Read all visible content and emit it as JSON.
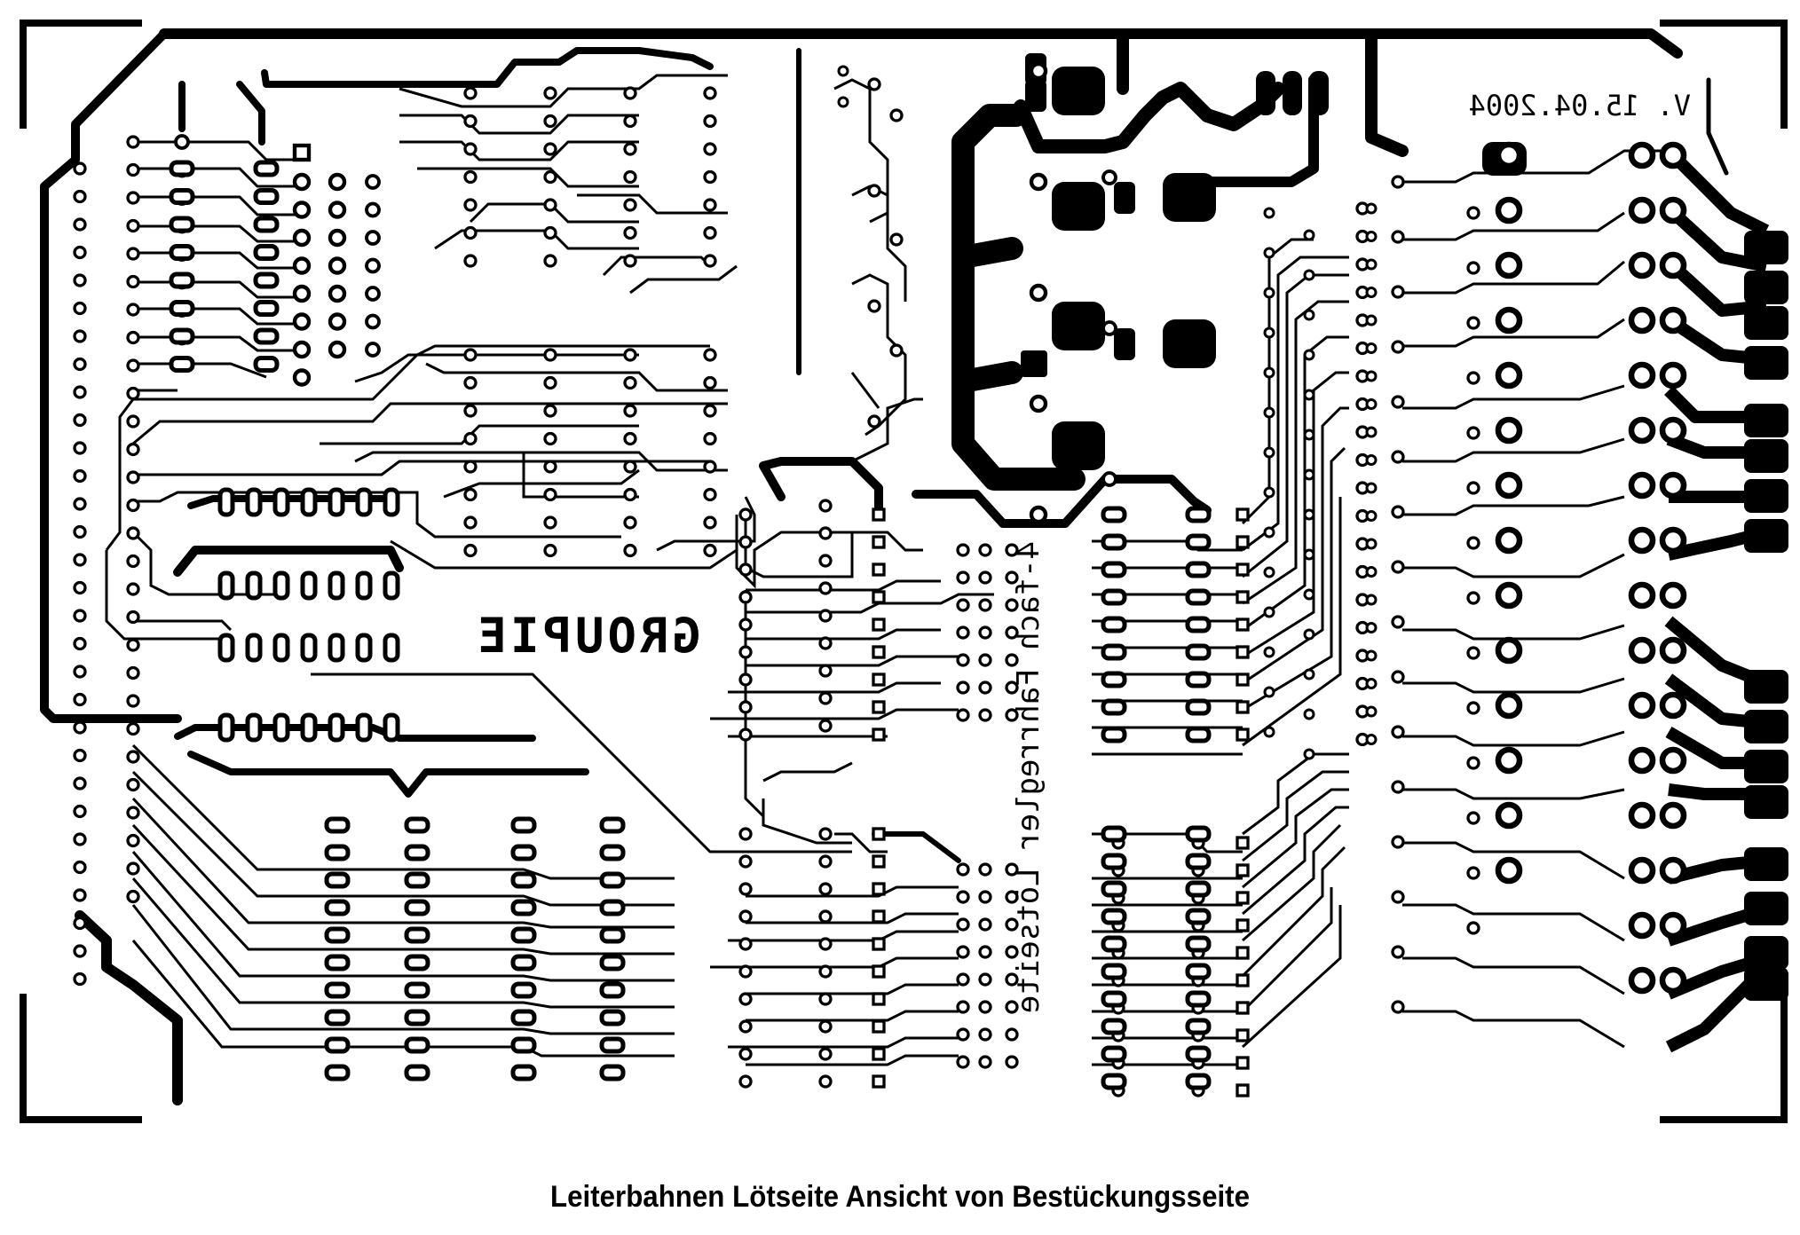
{
  "board": {
    "version_label": "V. 15.04.2004",
    "logo_label": "GROUPIE",
    "vertical_label": "4-fach Fahrregler Lötseite"
  },
  "caption": "Leiterbahnen Lötseite Ansicht von Bestückungsseite"
}
